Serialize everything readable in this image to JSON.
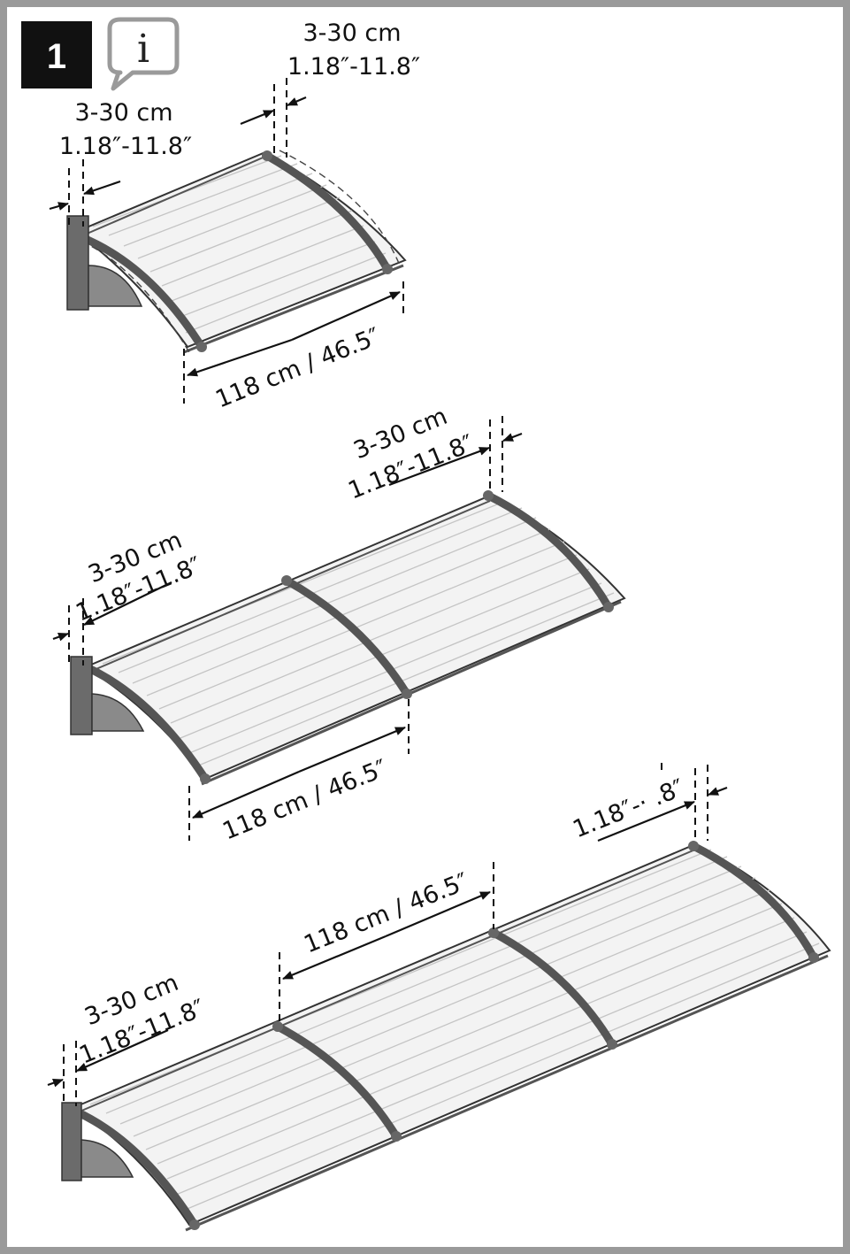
{
  "step": {
    "number": "1",
    "info_icon": "info-icon"
  },
  "colors": {
    "frame": "#9a9a9a",
    "badge": "#111111",
    "arm": "#555555",
    "panel": "#f3f3f3",
    "rib": "#c4c4c4",
    "bracket": "#6b6b6b"
  },
  "labels": {
    "offset_cm": "3-30 cm",
    "offset_in": "1.18″-11.8″",
    "offset_in_partial": "1.18″-· .8″",
    "span": "118 cm / 46.5″"
  },
  "canopies": [
    {
      "name": "single-module",
      "modules": 1
    },
    {
      "name": "double-module",
      "modules": 2
    },
    {
      "name": "triple-module",
      "modules": 3
    }
  ]
}
